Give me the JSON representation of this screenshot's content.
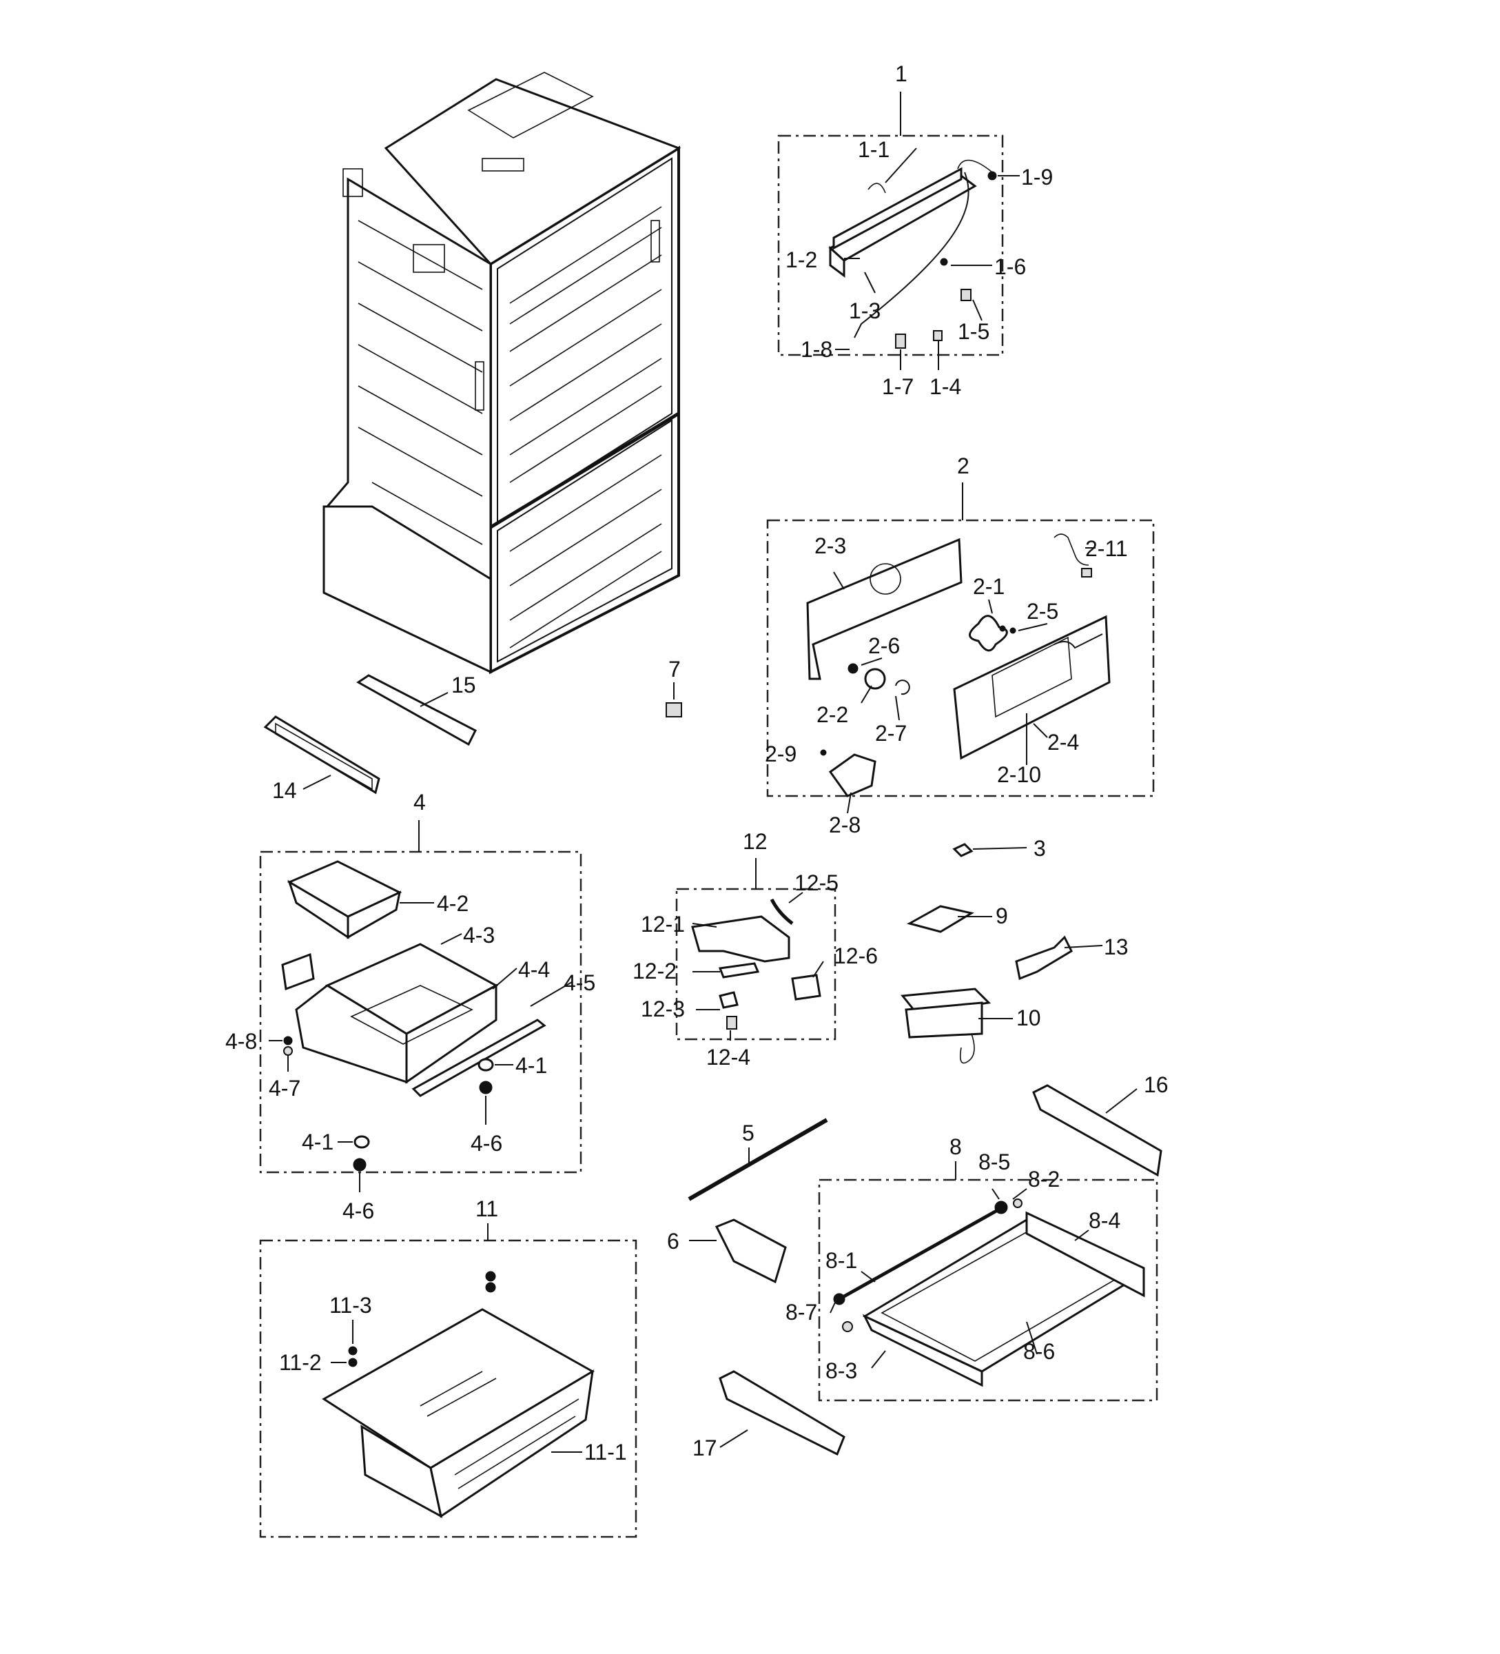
{
  "labels": {
    "p1": "1",
    "p1_1": "1-1",
    "p1_2": "1-2",
    "p1_3": "1-3",
    "p1_4": "1-4",
    "p1_5": "1-5",
    "p1_6": "1-6",
    "p1_7": "1-7",
    "p1_8": "1-8",
    "p1_9": "1-9",
    "p2": "2",
    "p2_1": "2-1",
    "p2_2": "2-2",
    "p2_3": "2-3",
    "p2_4": "2-4",
    "p2_5": "2-5",
    "p2_6": "2-6",
    "p2_7": "2-7",
    "p2_8": "2-8",
    "p2_9": "2-9",
    "p2_10": "2-10",
    "p2_11": "2-11",
    "p3": "3",
    "p4": "4",
    "p4_1a": "4-1",
    "p4_1b": "4-1",
    "p4_2": "4-2",
    "p4_3": "4-3",
    "p4_4": "4-4",
    "p4_5": "4-5",
    "p4_6a": "4-6",
    "p4_6b": "4-6",
    "p4_7": "4-7",
    "p4_8": "4-8",
    "p5": "5",
    "p6": "6",
    "p7": "7",
    "p8": "8",
    "p8_1": "8-1",
    "p8_2": "8-2",
    "p8_3": "8-3",
    "p8_4": "8-4",
    "p8_5": "8-5",
    "p8_6": "8-6",
    "p8_7": "8-7",
    "p9": "9",
    "p10": "10",
    "p11": "11",
    "p11_1": "11-1",
    "p11_2": "11-2",
    "p11_3": "11-3",
    "p12": "12",
    "p12_1": "12-1",
    "p12_2": "12-2",
    "p12_3": "12-3",
    "p12_4": "12-4",
    "p12_5": "12-5",
    "p12_6": "12-6",
    "p13": "13",
    "p14": "14",
    "p15": "15",
    "p16": "16",
    "p17": "17"
  }
}
